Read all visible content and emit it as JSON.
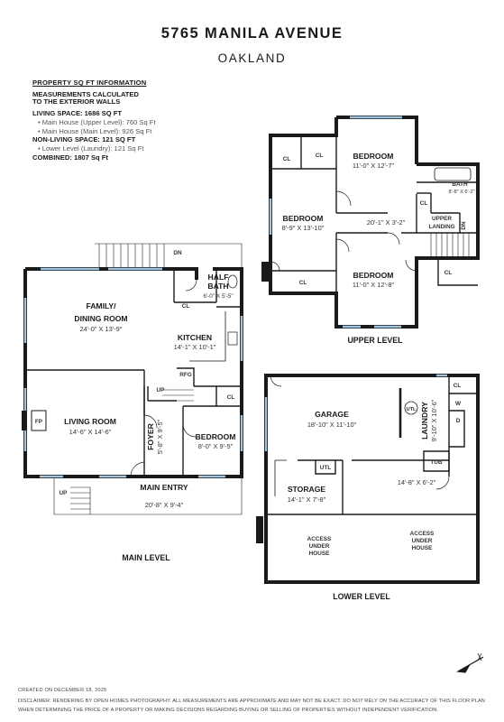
{
  "header": {
    "title": "5765 MANILA AVENUE",
    "subtitle": "OAKLAND"
  },
  "info": {
    "heading": "PROPERTY SQ FT INFORMATION",
    "measure1": "MEASUREMENTS CALCULATED",
    "measure2": "TO THE EXTERIOR WALLS",
    "living": "LIVING SPACE: 1686 SQ FT",
    "living_upper": "Main House (Upper Level):   760 Sq Ft",
    "living_main": "Main House (Main Level):   926 Sq Ft",
    "nonliving": "NON-LIVING SPACE: 121 SQ FT",
    "nonliving_lower": "Lower Level (Laundry):   121 Sq Ft",
    "combined": "COMBINED:   1807  Sq Ft"
  },
  "upper_level": {
    "label": "UPPER LEVEL",
    "bedroom1_name": "BEDROOM",
    "bedroom1_dim": "11'-0\" X 12'-7\"",
    "bedroom2_name": "BEDROOM",
    "bedroom2_dim": "8'-9\" X 13'-10\"",
    "bedroom3_name": "BEDROOM",
    "bedroom3_dim": "11'-0\" X 12'-8\"",
    "bath_name": "BATH",
    "bath_dim": "8'-8\" X 6'-2\"",
    "hall_dim": "20'-1\" X 3'-2\"",
    "landing1": "UPPER",
    "landing2": "LANDING",
    "dn": "DN",
    "cl": "CL"
  },
  "main_level": {
    "label": "MAIN LEVEL",
    "family1": "FAMILY/",
    "family2": "DINING ROOM",
    "family_dim": "24'-0\" X 13'-9\"",
    "half1": "HALF",
    "half2": "BATH",
    "half_dim": "6'-0\" X 5'-5\"",
    "kitchen": "KITCHEN",
    "kitchen_dim": "14'-1\" X 10'-1\"",
    "living": "LIVING ROOM",
    "living_dim": "14'-6\" X 14'-6\"",
    "foyer": "FOYER",
    "foyer_dim": "5'-8\" X 9'-5\"",
    "bedroom": "BEDROOM",
    "bedroom_dim": "8'-0\" X 9'-5\"",
    "entry": "MAIN ENTRY",
    "entry_dim": "20'-8\" X 9'-4\"",
    "fp": "FP",
    "rfg": "RFG",
    "up": "UP",
    "dn": "DN",
    "cl": "CL"
  },
  "lower_level": {
    "label": "LOWER LEVEL",
    "garage": "GARAGE",
    "garage_dim": "18'-10\" X 11'-10\"",
    "laundry": "LAUNDRY",
    "laundry_dim": "9'-10\" X 10'-6\"",
    "storage": "STORAGE",
    "storage_dim": "14'-1\" X 7'-8\"",
    "tub": "TUB",
    "tub_dim": "14'-8\" X 6'-2\"",
    "utl": "UTL",
    "w": "W",
    "d": "D",
    "cl": "CL",
    "access1": "ACCESS",
    "access2": "UNDER",
    "access3": "HOUSE"
  },
  "footer": {
    "created": "CREATED ON DECEMBER 18, 2025",
    "disclaimer": "DISCLAIMER: RENDERING BY OPEN HOMES PHOTOGRAPHY. ALL MEASUREMENTS ARE APPROXIMATE AND MAY NOT BE EXACT. DO NOT RELY ON THE ACCURACY OF THIS FLOOR PLAN WHEN DETERMINING THE PRICE OF A PROPERTY OR MAKING DECISIONS REGARDING BUYING OR SELLING OF PROPERTIES WITHOUT INDEPENDENT VERIFICATION."
  },
  "colors": {
    "wall": "#1a1a1a",
    "window": "#9fc4e0",
    "text": "#1a1a1a"
  }
}
